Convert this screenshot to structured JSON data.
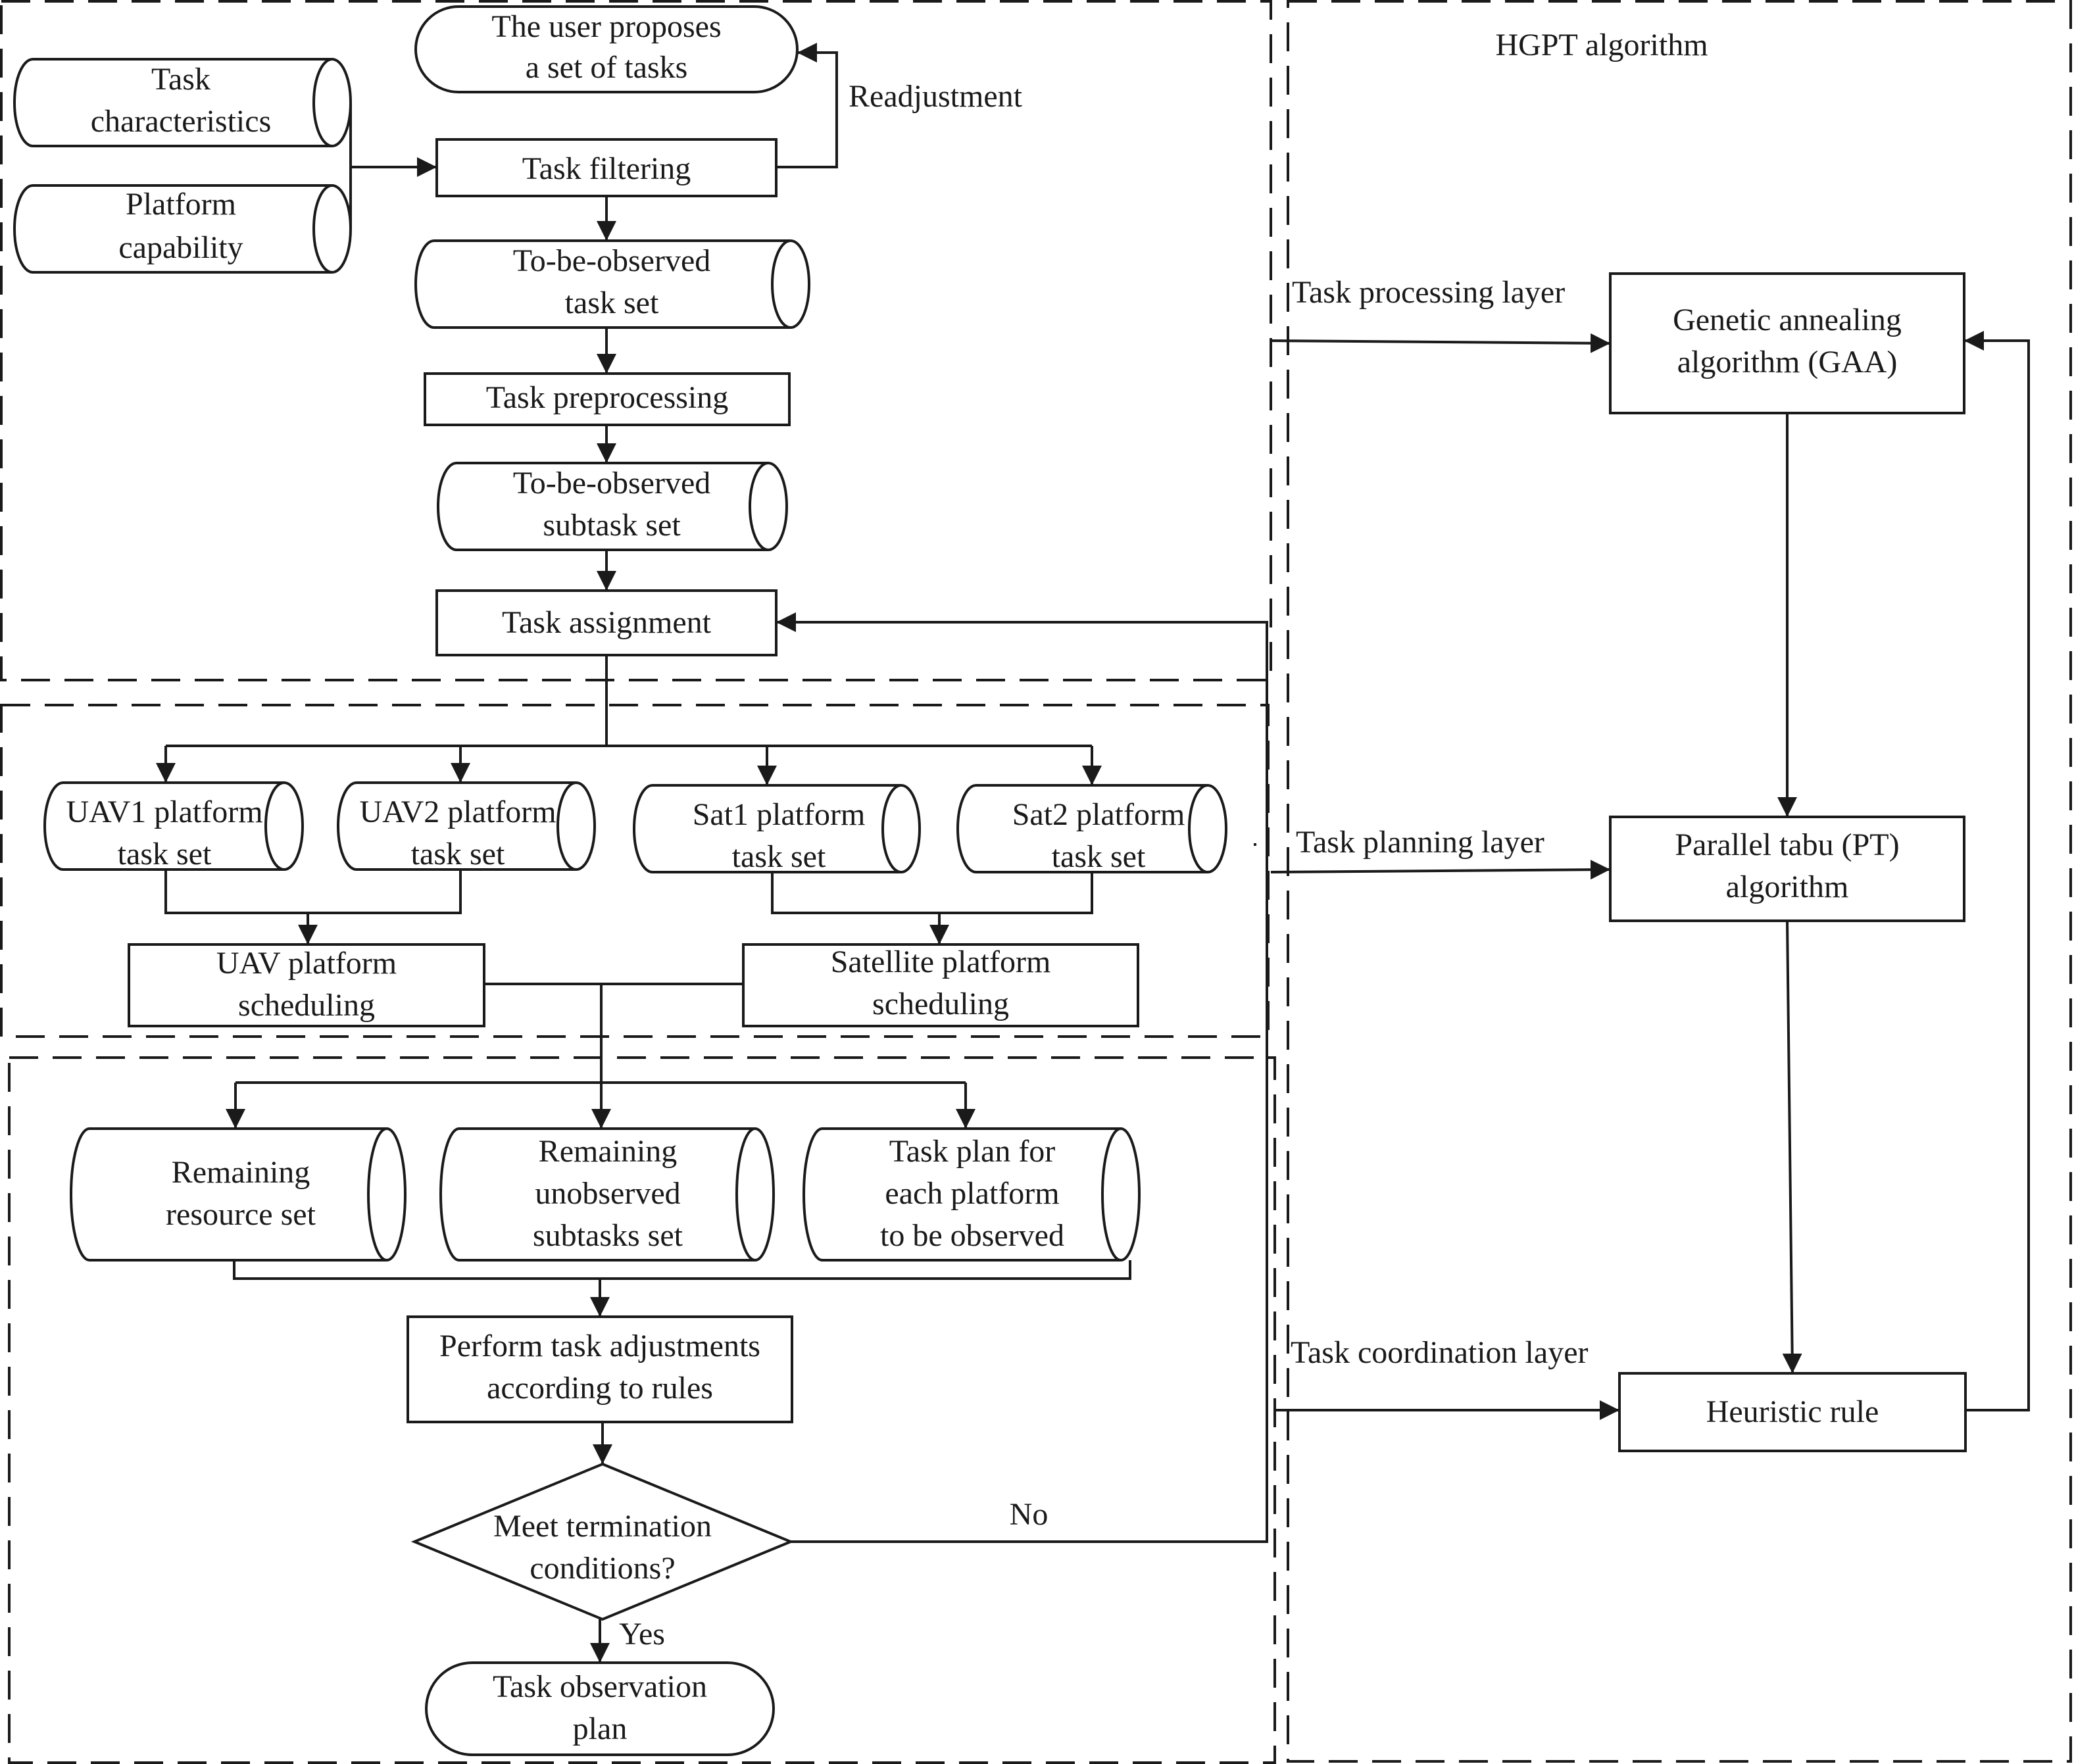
{
  "right_panel": {
    "title": "HGPT algorithm"
  },
  "inputs": {
    "task_characteristics": [
      "Task",
      "characteristics"
    ],
    "platform_capability": [
      "Platform",
      "capability"
    ]
  },
  "user_tasks": [
    "The user proposes",
    "a set of tasks"
  ],
  "readjustment": "Readjustment",
  "task_filtering": "Task filtering",
  "observed_task_set": [
    "To-be-observed",
    "task set"
  ],
  "task_preprocessing": "Task preprocessing",
  "observed_subtask_set": [
    "To-be-observed",
    "subtask set"
  ],
  "task_assignment": "Task assignment",
  "platform_sets": {
    "uav1": [
      "UAV1 platform",
      "task set"
    ],
    "uav2": [
      "UAV2 platform",
      "task set"
    ],
    "sat1": [
      "Sat1 platform",
      "task set"
    ],
    "sat2": [
      "Sat2 platform",
      "task set"
    ]
  },
  "uav_scheduling": [
    "UAV platform",
    "scheduling"
  ],
  "satellite_scheduling": [
    "Satellite platform",
    "scheduling"
  ],
  "outputs": {
    "remaining_resource": [
      "Remaining",
      "resource set"
    ],
    "remaining_unobserved": [
      "Remaining",
      "unobserved",
      "subtasks set"
    ],
    "task_plan": [
      "Task plan for",
      "each platform",
      "to be observed"
    ]
  },
  "perform_adjustments": [
    "Perform task adjustments",
    "according to rules"
  ],
  "decision": [
    "Meet termination",
    "conditions?"
  ],
  "no_label": "No",
  "yes_label": "Yes",
  "final_plan": [
    "Task observation",
    "plan"
  ],
  "layers": {
    "processing": "Task processing layer",
    "planning": "Task planning layer",
    "coordination": "Task coordination layer"
  },
  "algorithms": {
    "gaa": [
      "Genetic annealing",
      "algorithm (GAA)"
    ],
    "pt": [
      "Parallel tabu (PT)",
      "algorithm"
    ],
    "heuristic": "Heuristic rule"
  }
}
